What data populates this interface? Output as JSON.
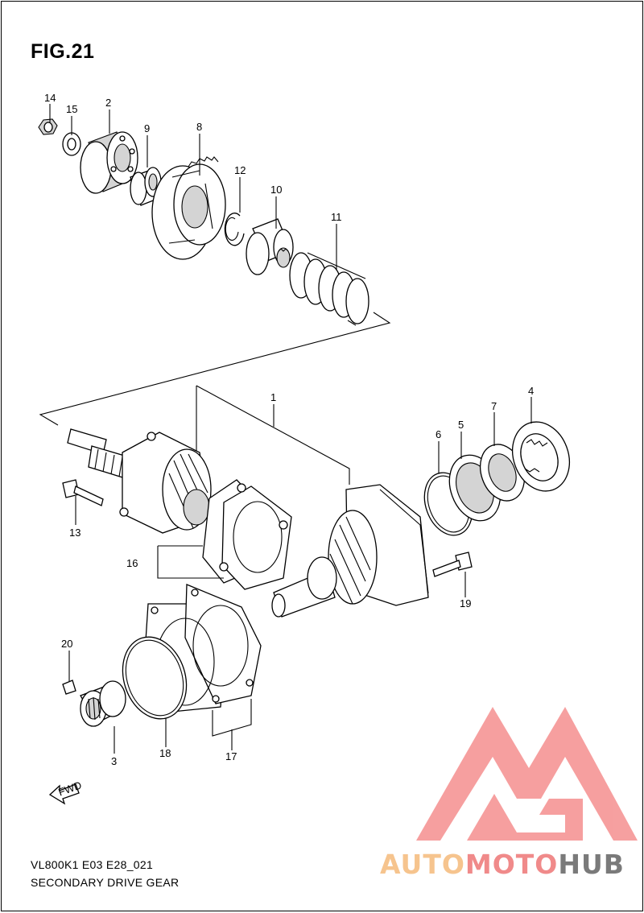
{
  "figure": {
    "title": "FIG.21",
    "model_code": "VL800K1 E03 E28_021",
    "section_name": "SECONDARY DRIVE GEAR"
  },
  "fwd_label": "FWD",
  "watermark": {
    "text_part1": "AUTO",
    "text_part2": "MOTO",
    "text_part3": "HUB",
    "color_part1": "#f6c48e",
    "color_part2": "#f08a8a",
    "color_part3": "#7a7a7a",
    "triangle_color": "#f58f8f"
  },
  "callouts": [
    {
      "number": "14",
      "icon": "hex-nut-icon"
    },
    {
      "number": "15",
      "icon": "washer-icon"
    },
    {
      "number": "2",
      "icon": "ball-bearing-icon"
    },
    {
      "number": "9",
      "icon": "bushing-icon"
    },
    {
      "number": "8",
      "icon": "damper-gear-icon"
    },
    {
      "number": "12",
      "icon": "circlip-icon"
    },
    {
      "number": "10",
      "icon": "cam-coupling-icon"
    },
    {
      "number": "11",
      "icon": "spring-icon"
    },
    {
      "number": "1",
      "icon": "gear-assembly-icon"
    },
    {
      "number": "4",
      "icon": "lock-nut-icon"
    },
    {
      "number": "7",
      "icon": "oil-seal-icon"
    },
    {
      "number": "5",
      "icon": "shim-icon"
    },
    {
      "number": "6",
      "icon": "o-ring-icon"
    },
    {
      "number": "13",
      "icon": "bolt-icon"
    },
    {
      "number": "16",
      "icon": "gasket-icon"
    },
    {
      "number": "19",
      "icon": "bolt-icon"
    },
    {
      "number": "20",
      "icon": "dowel-pin-icon"
    },
    {
      "number": "3",
      "icon": "needle-bearing-icon"
    },
    {
      "number": "18",
      "icon": "o-ring-icon"
    },
    {
      "number": "17",
      "icon": "gasket-icon"
    }
  ]
}
